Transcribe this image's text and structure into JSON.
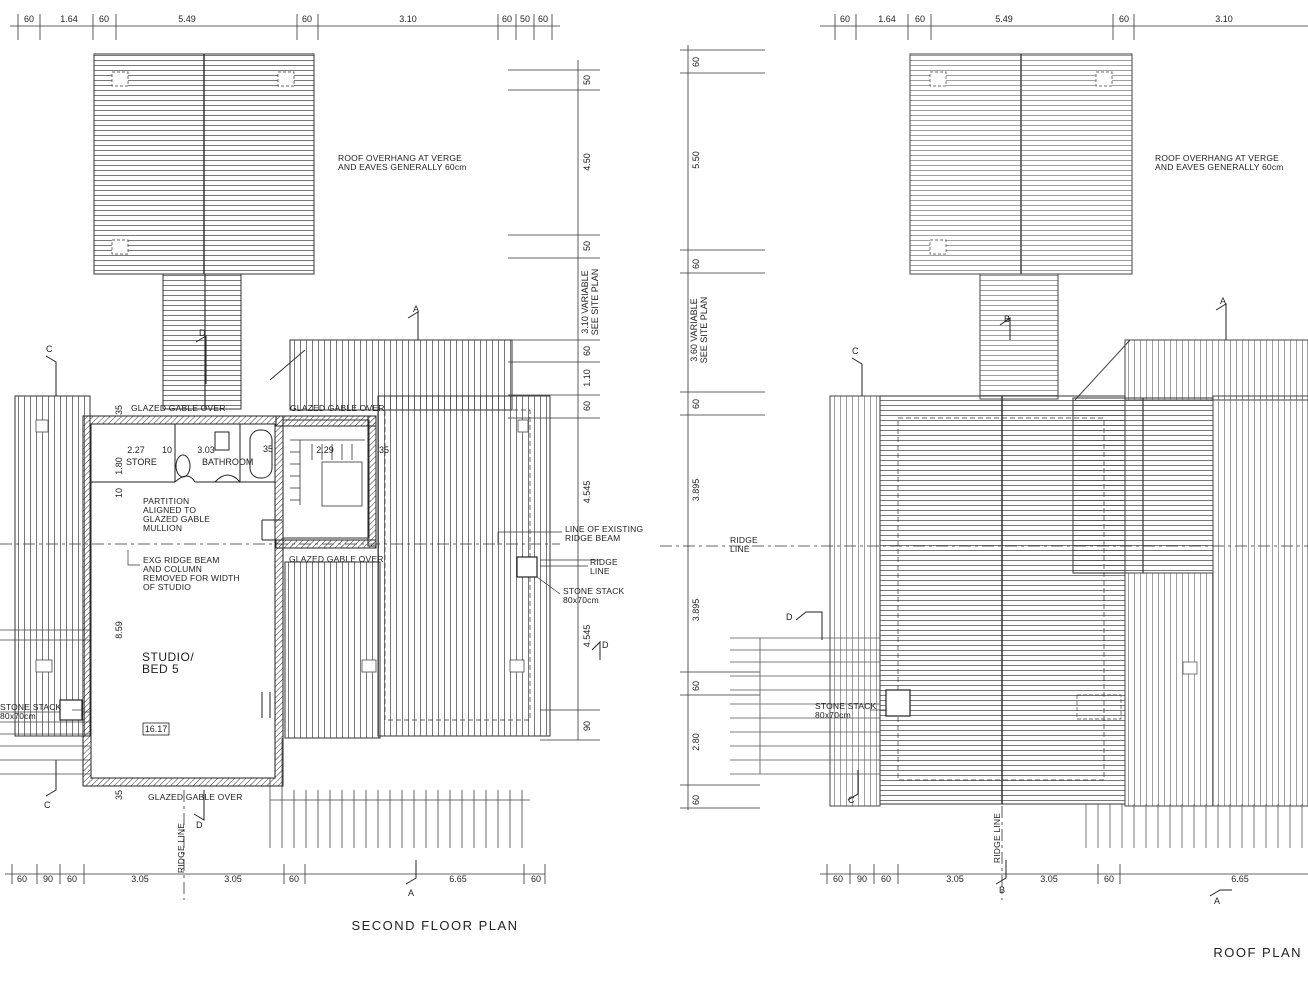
{
  "sheet": {
    "titles": {
      "second_floor": "SECOND FLOOR PLAN",
      "roof": "ROOF PLAN"
    }
  },
  "second_floor": {
    "top_dims": [
      "60",
      "1.64",
      "60",
      "5.49",
      "60",
      "3.10",
      "60",
      "50",
      "60"
    ],
    "bottom_dims": [
      "60",
      "90",
      "60",
      "3.05",
      "3.05",
      "60",
      "6.65",
      "60"
    ],
    "right_dims": [
      "50",
      "4.50",
      "50",
      "3.10 VARIABLE",
      "SEE SITE PLAN",
      "60",
      "1.10",
      "60",
      "4.545",
      "4.545",
      "90"
    ],
    "notes": {
      "overhang_1": "ROOF OVERHANG AT VERGE",
      "overhang_2": "AND EAVES GENERALLY 60cm",
      "glazed_gable_1": "GLAZED GABLE OVER",
      "glazed_gable_2": "GLAZED GABLE OVER",
      "glazed_gable_3": "GLAZED GABLE OVER",
      "glazed_gable_4": "GLAZED GABLE OVER",
      "partition_1": "PARTITION",
      "partition_2": "ALIGNED TO",
      "partition_3": "GLAZED GABLE",
      "partition_4": "MULLION",
      "exg_1": "EXG RIDGE BEAM",
      "exg_2": "AND COLUMN",
      "exg_3": "REMOVED FOR WIDTH",
      "exg_4": "OF STUDIO",
      "existing_ridge_1": "LINE OF EXISTING",
      "existing_ridge_2": "RIDGE BEAM",
      "ridge_line_1": "RIDGE",
      "ridge_line_2": "LINE",
      "stone_stack_r1": "STONE STACK",
      "stone_stack_r2": "80x70cm",
      "stone_stack_l1": "STONE STACK",
      "stone_stack_l2": "80x70cm",
      "ridge_line_v": "RIDGE LINE"
    },
    "rooms": {
      "store": "STORE",
      "bathroom": "BATHROOM",
      "studio_1": "STUDIO/",
      "studio_2": "BED 5",
      "area": "16.17"
    },
    "room_dims": [
      "2.27",
      "10",
      "3.03",
      "35",
      "2.29",
      "35",
      "35",
      "1.80",
      "10",
      "8.59",
      "35"
    ],
    "section_marks": [
      "C",
      "C",
      "D",
      "D",
      "A",
      "A",
      "D"
    ]
  },
  "roof": {
    "top_dims": [
      "60",
      "1.64",
      "60",
      "5.49",
      "60",
      "3.10"
    ],
    "bottom_dims": [
      "60",
      "90",
      "60",
      "3.05",
      "3.05",
      "60",
      "6.65"
    ],
    "left_dims": [
      "60",
      "5.50",
      "60",
      "3.60 VARIABLE",
      "SEE SITE PLAN",
      "60",
      "3.895",
      "3.895",
      "60",
      "2.80",
      "60"
    ],
    "notes": {
      "overhang_1": "ROOF OVERHANG AT VERGE",
      "overhang_2": "AND EAVES GENERALLY 60cm",
      "ridge_1": "RIDGE",
      "ridge_2": "LINE",
      "stone_stack_1": "STONE STACK",
      "stone_stack_2": "80x70cm",
      "ridge_line_v": "RIDGE LINE"
    },
    "section_marks": [
      "C",
      "C",
      "D",
      "A",
      "A",
      "B",
      "B"
    ]
  }
}
